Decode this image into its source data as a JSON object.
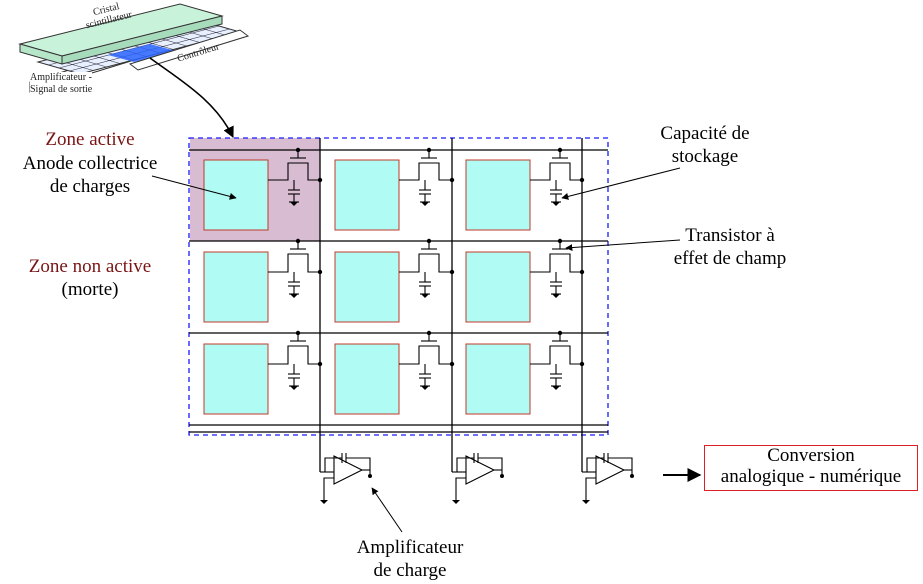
{
  "inset": {
    "crystal": "Cristal\nscintillateur",
    "amplifier": "Amplificateur -\nSignal de sortie",
    "controller": "Contrôleur"
  },
  "labels": {
    "zone_active": "Zone active",
    "anode": "Anode collectrice\nde charges",
    "zone_non_active": "Zone non active",
    "morte": "(morte)",
    "capacite": "Capacité de\nstockage",
    "transistor": "Transistor à\neffet de champ",
    "amplificateur_charge": "Amplificateur\nde charge",
    "conversion": "Conversion\nanalogique - numérique"
  },
  "colors": {
    "pixel_fill": "#b0fbf3",
    "pixel_border": "#c0392b",
    "active_zone": "#d8bcd2",
    "dashed_border": "#1a1aff",
    "text_red": "#7a1414"
  }
}
